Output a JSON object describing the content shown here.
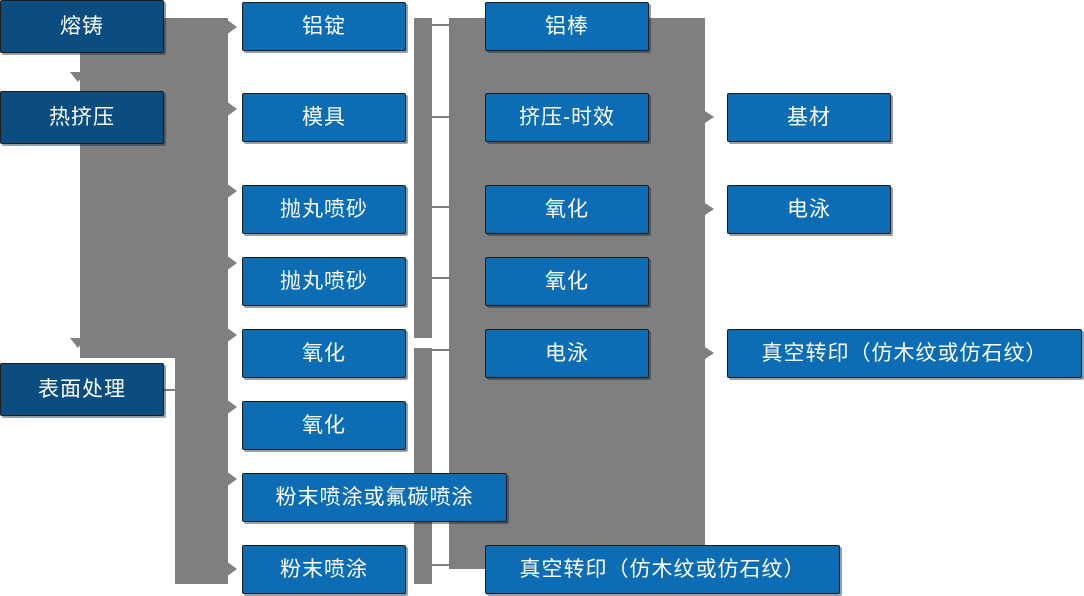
{
  "diagram": {
    "title": "",
    "colors": {
      "stage_box": "#0b4d80",
      "process_box": "#0c6cb4",
      "connector": "#7f7f7f",
      "background": "#ffffff",
      "box_border": "#1c1c1c",
      "box_text": "#ffffff"
    },
    "columns": [
      {
        "name": "stages",
        "boxes": [
          {
            "label": "熔铸"
          },
          {
            "label": "热挤压"
          },
          {
            "label": "表面处理"
          }
        ]
      },
      {
        "name": "inputs",
        "boxes": [
          {
            "label": "铝锭"
          },
          {
            "label": "模具"
          },
          {
            "label": "抛丸喷砂"
          },
          {
            "label": "抛丸喷砂"
          },
          {
            "label": "氧化"
          },
          {
            "label": "氧化"
          },
          {
            "label": "粉末喷涂或氟碳喷涂"
          },
          {
            "label": "粉末喷涂"
          }
        ]
      },
      {
        "name": "processes",
        "boxes": [
          {
            "label": "铝棒"
          },
          {
            "label": "挤压-时效"
          },
          {
            "label": "氧化"
          },
          {
            "label": "氧化"
          },
          {
            "label": "电泳"
          },
          {
            "label": "真空转印（仿木纹或仿石纹）"
          }
        ]
      },
      {
        "name": "outputs",
        "boxes": [
          {
            "label": "基材"
          },
          {
            "label": "电泳"
          },
          {
            "label": "真空转印（仿木纹或仿石纹）"
          }
        ]
      }
    ]
  }
}
